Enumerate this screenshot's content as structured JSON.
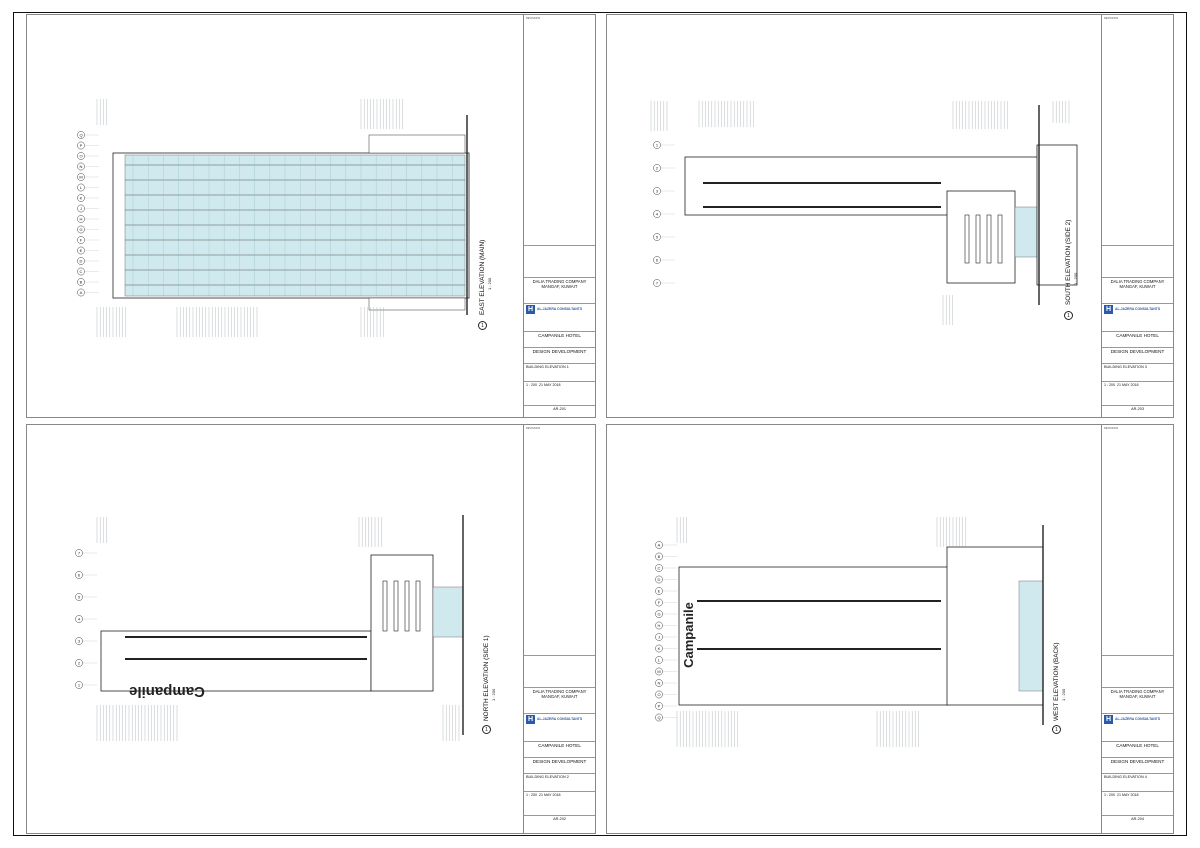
{
  "sheets": [
    {
      "view_title": "EAST ELEVATION (MAIN)",
      "scale": "1 : 200",
      "view_number": "1",
      "client": "DALIA TRADING COMPANY",
      "client_location": "MANGAF, KUWAIT",
      "consultant": "AL-JAZERA CONSULTANTS",
      "project": "CAMPANILE HOTEL",
      "stage": "DESIGN DEVELOPMENT",
      "drawing_title": "BUILDING ELEVATION 1",
      "sheet_number": "AR-201",
      "scale_text": "1 : 200",
      "date": "21 MAY 2018",
      "grid_labels": [
        "A",
        "B",
        "C",
        "D",
        "E",
        "F",
        "G",
        "H",
        "J",
        "K",
        "L",
        "M",
        "N",
        "O",
        "P",
        "Q"
      ]
    },
    {
      "view_title": "SOUTH ELEVATION (SIDE 2)",
      "scale": "1 : 200",
      "view_number": "1",
      "client": "DALIA TRADING COMPANY",
      "client_location": "MANGAF, KUWAIT",
      "consultant": "AL-JAZERA CONSULTANTS",
      "project": "CAMPANILE HOTEL",
      "stage": "DESIGN DEVELOPMENT",
      "drawing_title": "BUILDING ELEVATION 3",
      "sheet_number": "AR-203",
      "scale_text": "1 : 200",
      "date": "21 MAY 2018",
      "grid_labels": [
        "1",
        "2",
        "3",
        "4",
        "5",
        "6",
        "7"
      ]
    },
    {
      "view_title": "NORTH ELEVATION (SIDE 1)",
      "scale": "1 : 200",
      "view_number": "1",
      "client": "DALIA TRADING COMPANY",
      "client_location": "MANGAF, KUWAIT",
      "consultant": "AL-JAZERA CONSULTANTS",
      "project": "CAMPANILE HOTEL",
      "stage": "DESIGN DEVELOPMENT",
      "drawing_title": "BUILDING ELEVATION 2",
      "sheet_number": "AR-202",
      "scale_text": "1 : 200",
      "date": "21 MAY 2018",
      "sign_text": "Campanile",
      "grid_labels": [
        "1",
        "2",
        "3",
        "4",
        "5",
        "6",
        "7"
      ]
    },
    {
      "view_title": "WEST ELEVATION (BACK)",
      "scale": "1 : 200",
      "view_number": "1",
      "client": "DALIA TRADING COMPANY",
      "client_location": "MANGAF, KUWAIT",
      "consultant": "AL-JAZERA CONSULTANTS",
      "project": "CAMPANILE HOTEL",
      "stage": "DESIGN DEVELOPMENT",
      "drawing_title": "BUILDING ELEVATION 4",
      "sheet_number": "AR-204",
      "scale_text": "1 : 200",
      "date": "21 MAY 2018",
      "sign_text": "Campanile",
      "grid_labels": [
        "A",
        "B",
        "C",
        "D",
        "E",
        "F",
        "G",
        "H",
        "J",
        "K",
        "L",
        "M",
        "N",
        "O",
        "P",
        "Q"
      ]
    }
  ],
  "colors": {
    "glass": "#cfe9ee",
    "line": "#222222",
    "grid": "#9aa0a6"
  }
}
